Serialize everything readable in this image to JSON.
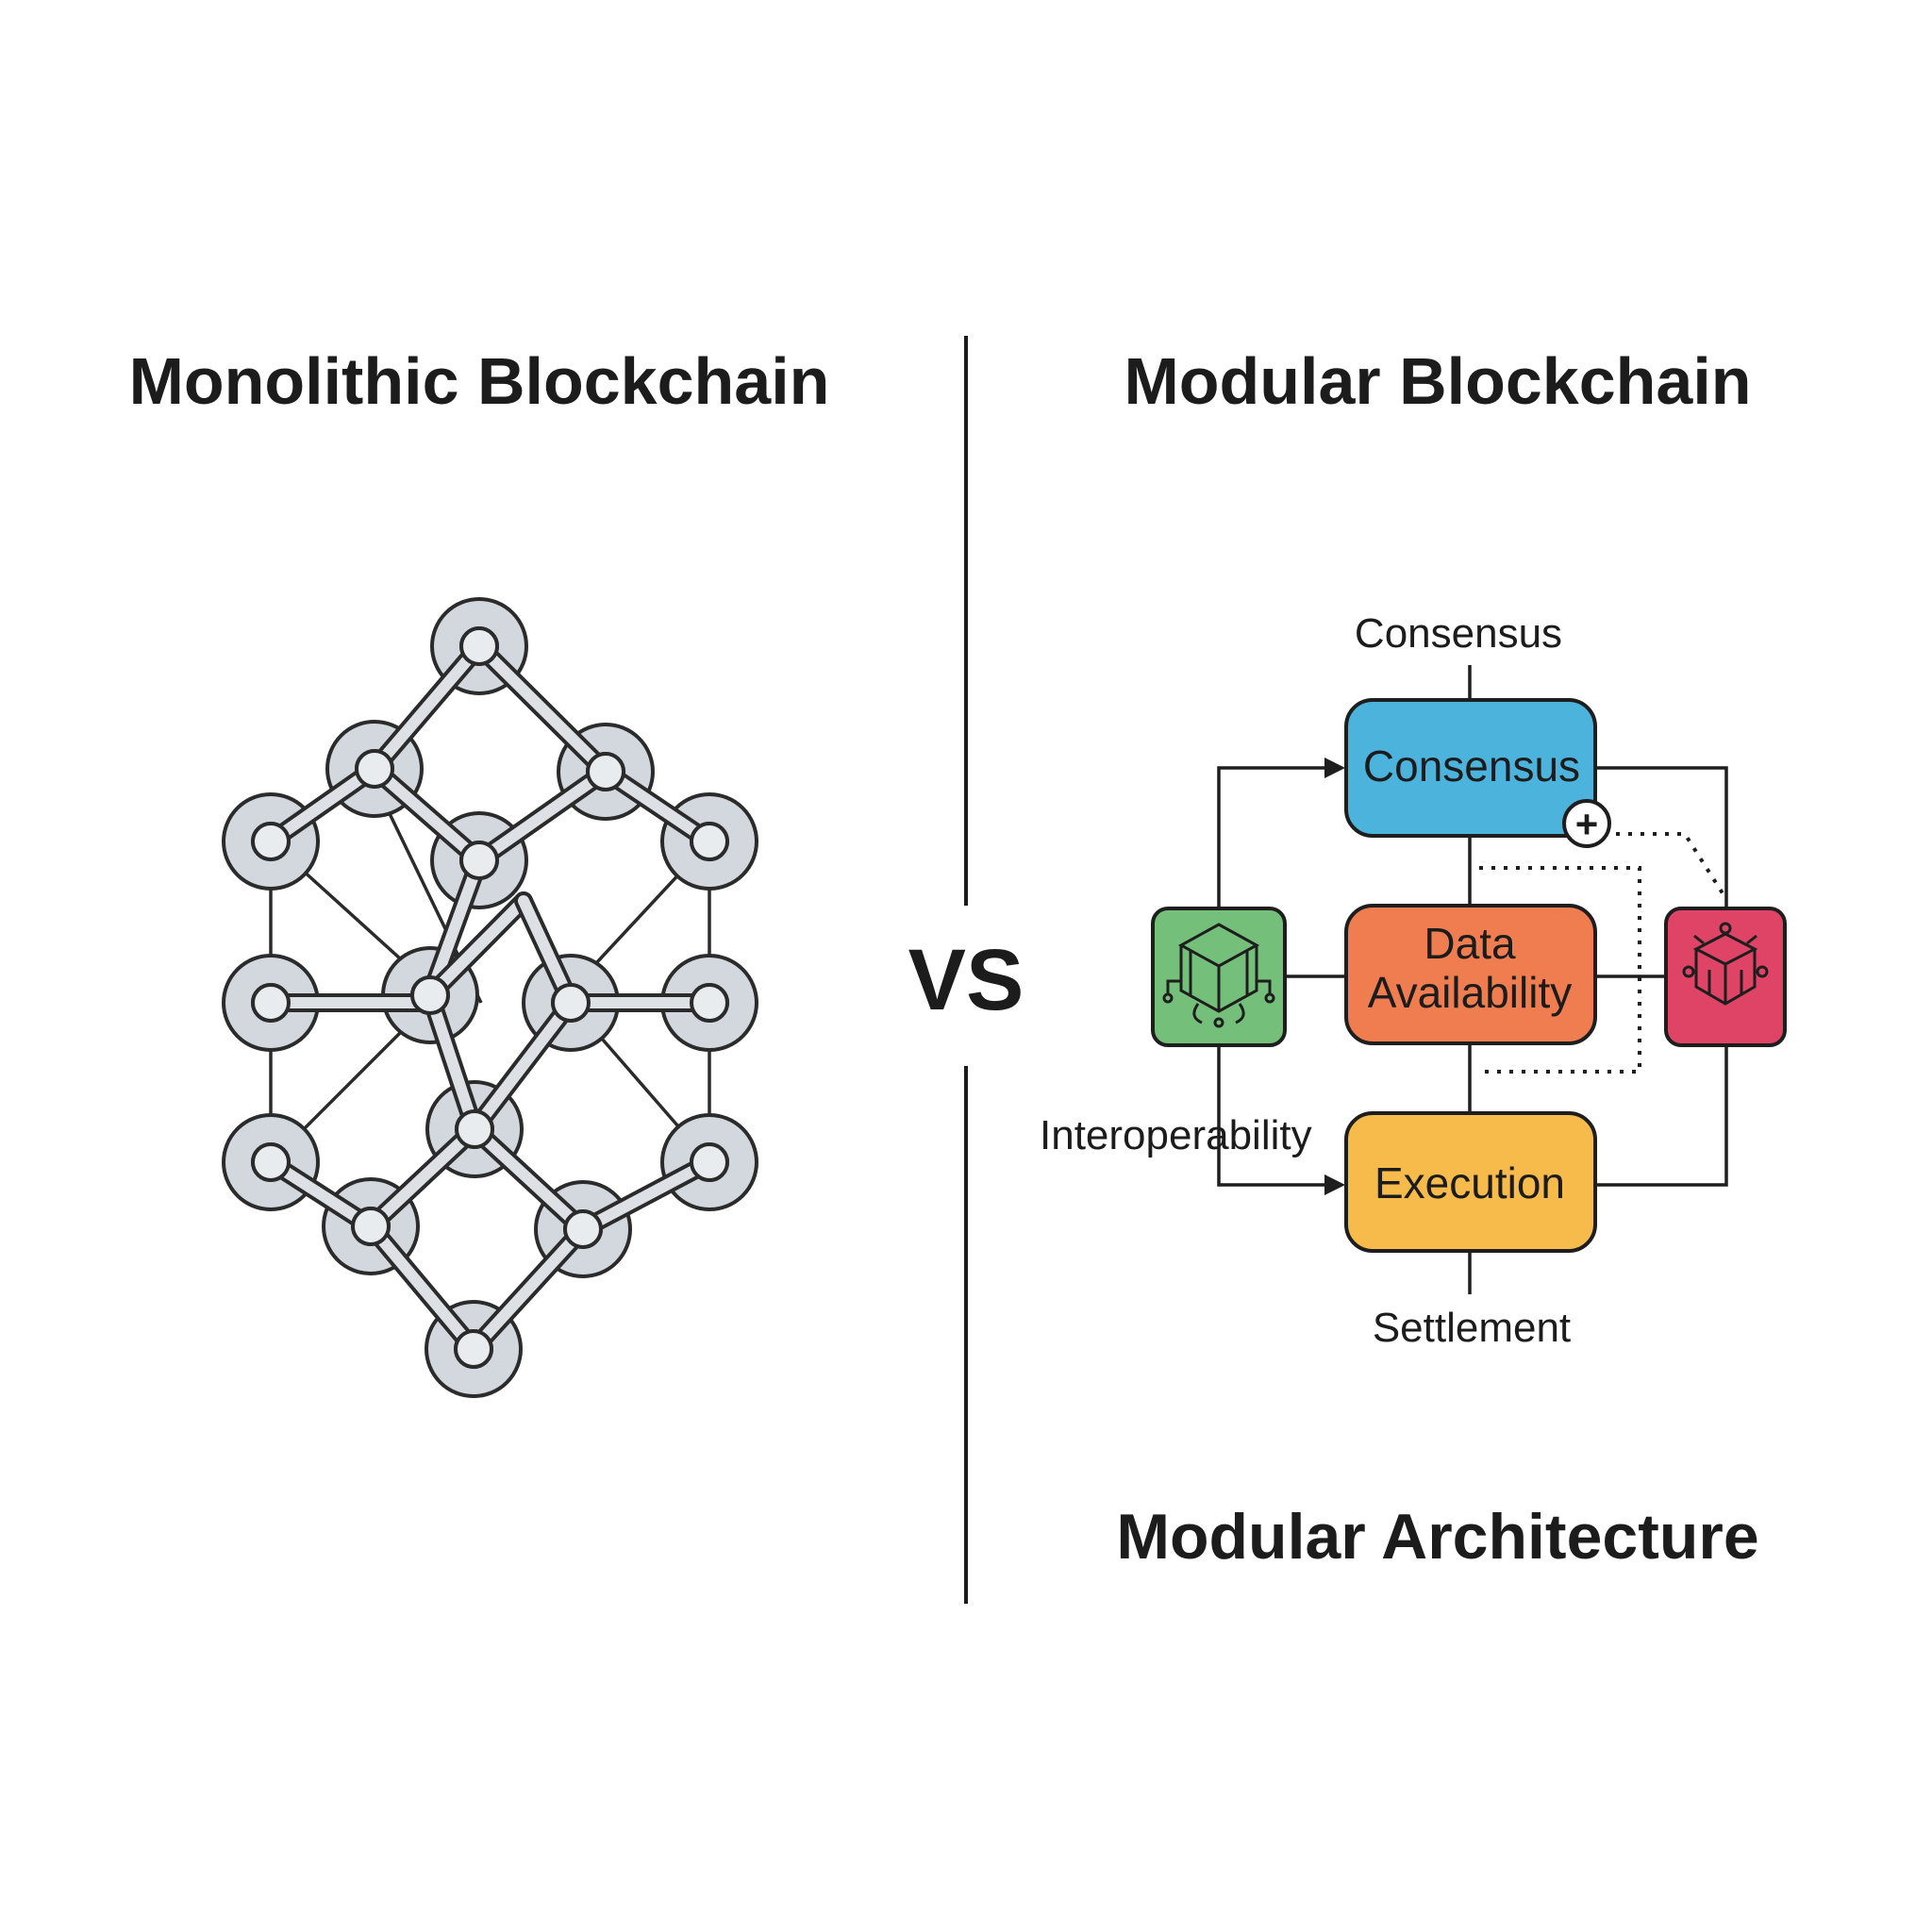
{
  "left_panel": {
    "title": "Monolithic Blockchain"
  },
  "vs_label": "VS",
  "right_panel": {
    "title": "Modular Blockchain",
    "footer": "Modular Architecture",
    "labels": {
      "top": "Consensus",
      "bottom": "Settlement",
      "left": "Interoperability"
    },
    "boxes": {
      "consensus": {
        "line1": "Consensus",
        "color": "#4cb3dd"
      },
      "data_availability": {
        "line1": "Data",
        "line2": "Availability",
        "color": "#ef7d4f"
      },
      "execution": {
        "line1": "Execution",
        "color": "#f6bb4a"
      }
    },
    "side_icons": {
      "left": {
        "icon": "cube-circuit-icon",
        "color": "#74c07a"
      },
      "right": {
        "icon": "cube-network-icon",
        "color": "#df4467"
      }
    },
    "plus_badge": "+"
  }
}
